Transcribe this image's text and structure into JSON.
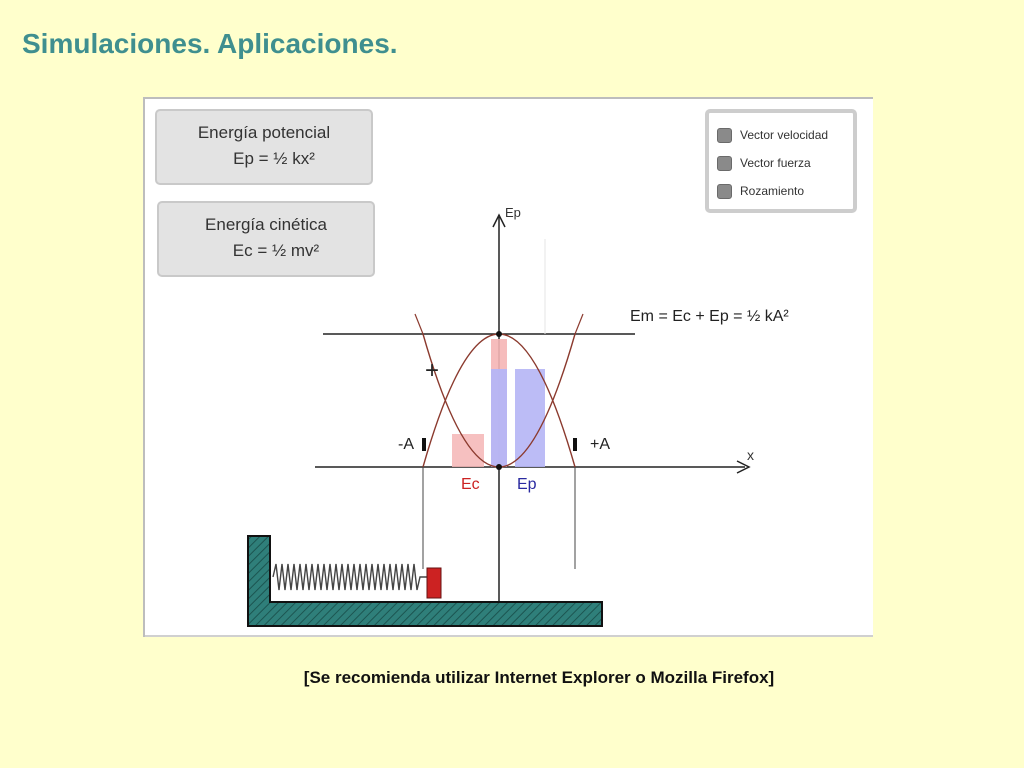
{
  "slide": {
    "title": "Simulaciones. Aplicaciones.",
    "footer": "[Se recomienda utilizar Internet Explorer o Mozilla Firefox]"
  },
  "potential_box": {
    "title": "Energía potencial",
    "formula": "Ep = ½ kx²"
  },
  "kinetic_box": {
    "title": "Energía cinética",
    "formula": "Ec = ½ mv²"
  },
  "options": [
    {
      "label": "Vector velocidad",
      "checked": false
    },
    {
      "label": "Vector fuerza",
      "checked": false
    },
    {
      "label": "Rozamiento",
      "checked": false
    }
  ],
  "graph": {
    "y_axis_label": "Ep",
    "x_axis_label": "x",
    "energy_equation": "Em = Ec + Ep = ½ kA²",
    "neg_amp_label": "-A",
    "pos_amp_label": "+A",
    "ec_bar_label": "Ec",
    "ep_bar_label": "Ep",
    "plus_sign": "+"
  },
  "colors": {
    "ec_bar": "#f5b5b5",
    "ep_bar": "#b5b5f5",
    "curve": "#8b3a2e",
    "wall": "#2f7f7a",
    "mass": "#cc2222",
    "ec_label": "#cc2222",
    "ep_label": "#2a2aa0"
  }
}
